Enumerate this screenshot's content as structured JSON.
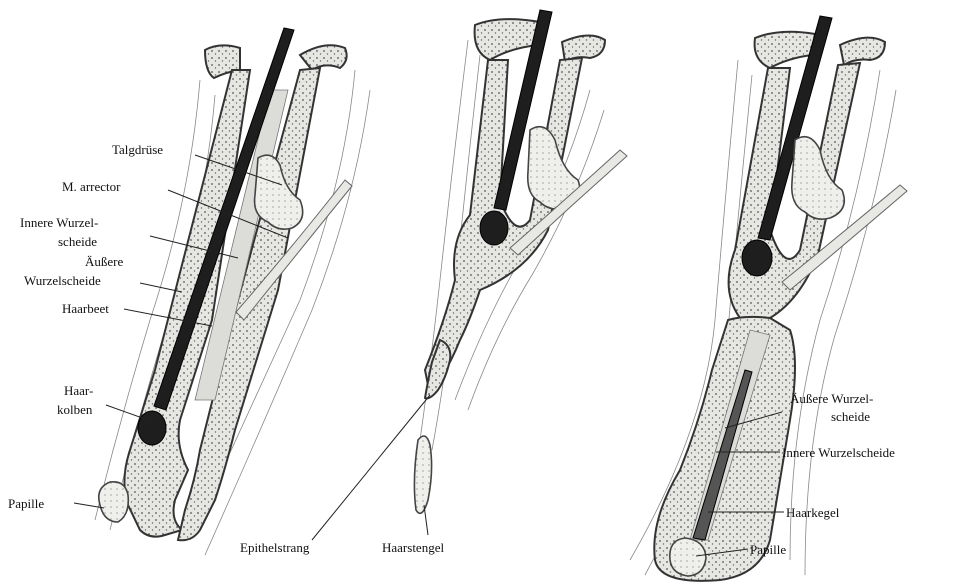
{
  "figure": {
    "panel_left": {
      "labels": {
        "talgdruese": "Talgdrüse",
        "m_arrector": "M. arrector",
        "innere_wurzelscheide_1": "Innere Wurzel-",
        "innere_wurzelscheide_2": "scheide",
        "aeussere_wurzelscheide_1": "Äußere",
        "aeussere_wurzelscheide_2": "Wurzelscheide",
        "haarbeet": "Haarbeet",
        "haarkolben_1": "Haar-",
        "haarkolben_2": "kolben",
        "papille": "Papille"
      }
    },
    "panel_middle": {
      "labels": {
        "epithelstrang": "Epithelstrang",
        "haarstengel": "Haarstengel"
      }
    },
    "panel_right": {
      "labels": {
        "aeussere_wurzelscheide_1": "Äußere Wurzel-",
        "aeussere_wurzelscheide_2": "scheide",
        "innere_wurzelscheide": "Innere Wurzelscheide",
        "haarkegel": "Haarkegel",
        "papille": "Papille"
      }
    }
  }
}
